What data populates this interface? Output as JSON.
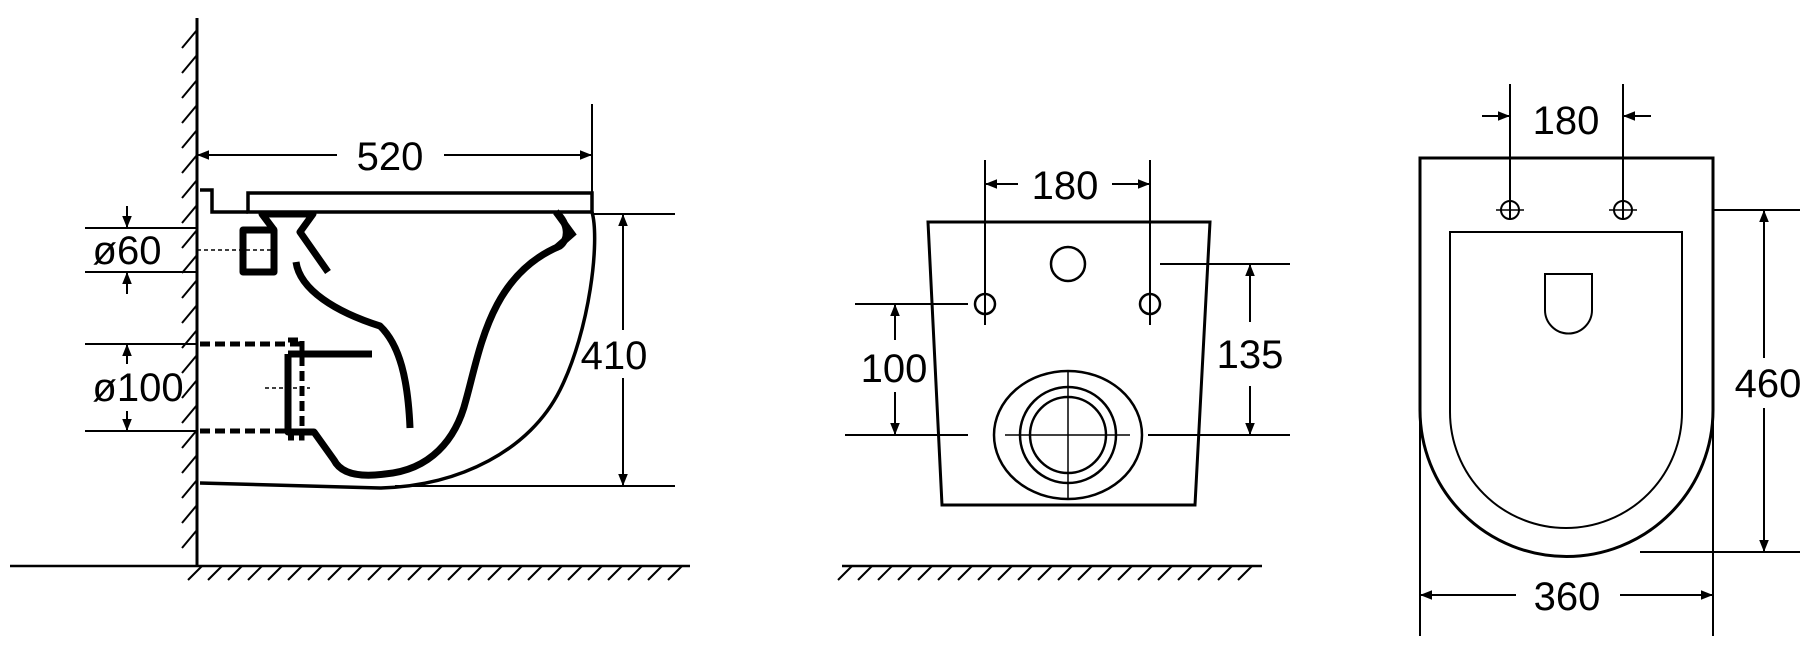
{
  "colors": {
    "line": "#000000",
    "background": "#ffffff"
  },
  "side_view": {
    "width_label": "520",
    "height_label": "410",
    "inlet_label": "ø60",
    "outlet_label": "ø100"
  },
  "front_view": {
    "bolt_spacing_label": "180",
    "left_height_label": "100",
    "right_height_label": "135"
  },
  "top_view": {
    "bolt_spacing_label": "180",
    "length_label": "460",
    "width_label": "360"
  }
}
